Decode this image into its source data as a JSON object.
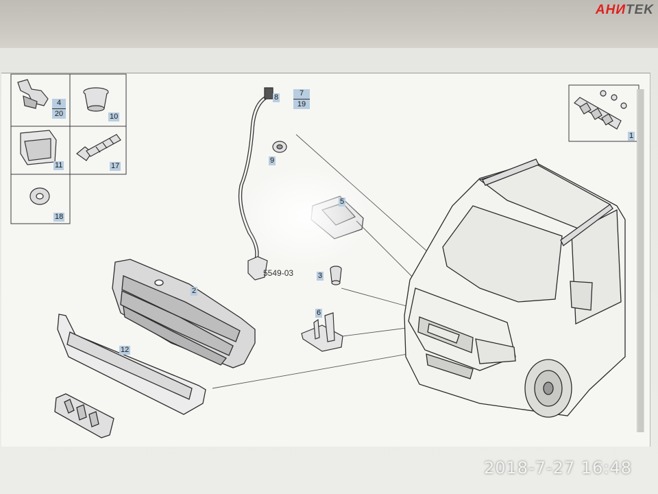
{
  "brand": {
    "part1": "AHИ",
    "part2": "TEK"
  },
  "timestamp": "2018-7-27 16:48",
  "drawing_number": "5549-03",
  "callouts": {
    "c1": "1",
    "c2": "2",
    "c3": "3",
    "c5": "5",
    "c6": "6",
    "c8": "8",
    "c9": "9",
    "c10": "10",
    "c11": "11",
    "c12": "12",
    "c17": "17",
    "c18": "18"
  },
  "fractions": {
    "f4_20": {
      "top": "4",
      "bottom": "20"
    },
    "f7_19": {
      "top": "7",
      "bottom": "19"
    }
  },
  "colors": {
    "callout_bg": "#b8cde0",
    "brand_red": "#e02020"
  }
}
